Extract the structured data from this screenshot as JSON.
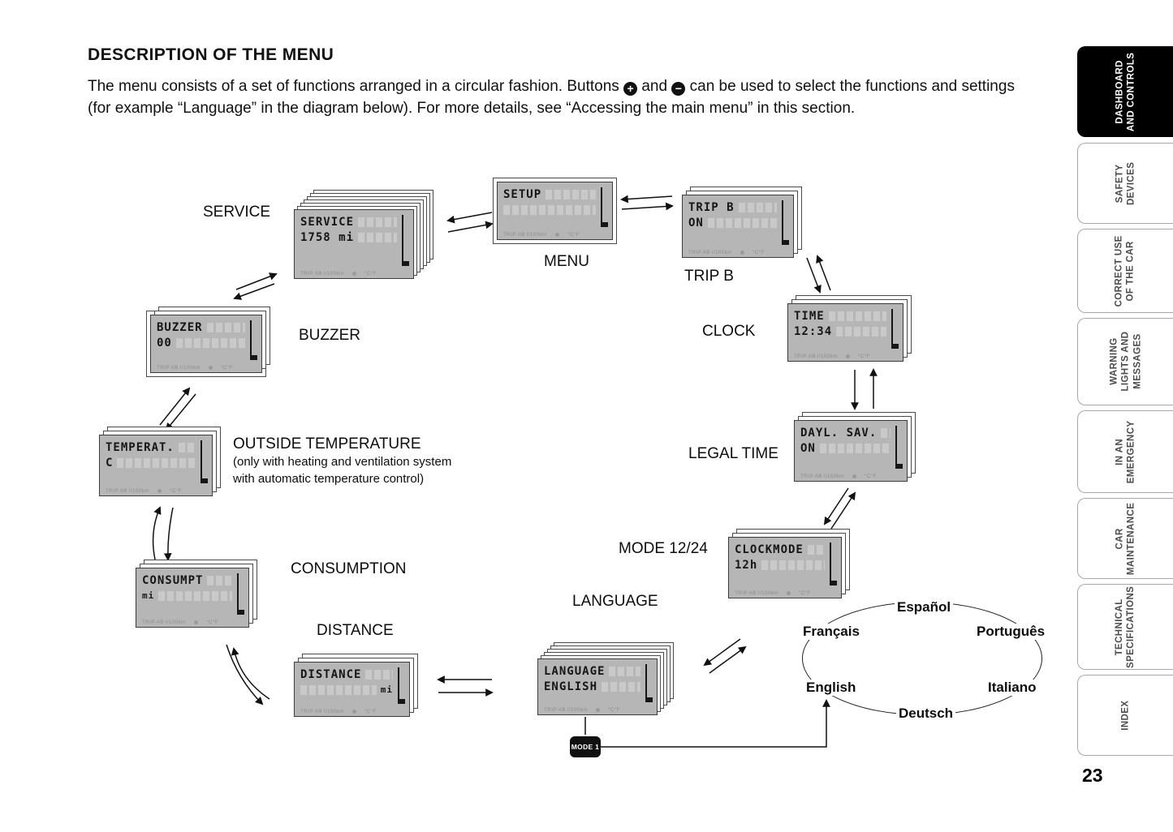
{
  "page": {
    "title": "DESCRIPTION OF THE MENU",
    "page_number": "23"
  },
  "intro": {
    "before_plus": "The menu consists of a set of functions arranged in a circular fashion. Buttons",
    "plus_glyph": "+",
    "between": "and",
    "minus_glyph": "−",
    "after_minus": "can be used to select the functions and settings (for example “Language” in the diagram below). For more details, see “Accessing the main menu” in this section."
  },
  "lcd": {
    "footer_left": "TRIP AB l/100km",
    "footer_right": "°C°F"
  },
  "displays": {
    "service": {
      "label": "SERVICE",
      "line1": "SERVICE",
      "line2": "1758 mi"
    },
    "menu": {
      "label": "MENU",
      "line1": "SETUP",
      "line2": ""
    },
    "trip_b": {
      "label": "TRIP B",
      "line1": "TRIP B",
      "line2": "ON"
    },
    "clock": {
      "label": "CLOCK",
      "line1": "TIME",
      "line2": "12:34"
    },
    "legal_time": {
      "label": "LEGAL TIME",
      "line1": "DAYL. SAV.",
      "line2": "ON"
    },
    "mode_12_24": {
      "label": "MODE 12/24",
      "line1": "CLOCKMODE",
      "line2": "12h"
    },
    "language": {
      "label": "LANGUAGE",
      "line1": "LANGUAGE",
      "line2": "ENGLISH"
    },
    "distance": {
      "label": "DISTANCE",
      "line1": "DISTANCE",
      "line2": "mi"
    },
    "consumption": {
      "label": "CONSUMPTION",
      "line1": "CONSUMPT",
      "line2": "mi"
    },
    "outside_temperature": {
      "label": "OUTSIDE TEMPERATURE",
      "note1": "(only with heating and ventilation system",
      "note2": "with automatic temperature control)",
      "line1": "TEMPERAT.",
      "line2": "C"
    },
    "buzzer": {
      "label": "BUZZER",
      "line1": "BUZZER",
      "line2": "00"
    }
  },
  "language_ring": {
    "top": "Español",
    "upper_left": "Français",
    "upper_right": "Português",
    "lower_left": "English",
    "lower_right": "Italiano",
    "bottom": "Deutsch"
  },
  "mode_button": {
    "label": "MODE 1"
  },
  "sidebar": {
    "tabs": [
      {
        "label": "DASHBOARD\nAND CONTROLS",
        "active": true
      },
      {
        "label": "SAFETY\nDEVICES",
        "active": false
      },
      {
        "label": "CORRECT USE\nOF THE CAR",
        "active": false
      },
      {
        "label": "WARNING\nLIGHTS AND\nMESSAGES",
        "active": false
      },
      {
        "label": "IN AN\nEMERGENCY",
        "active": false
      },
      {
        "label": "CAR\nMAINTENANCE",
        "active": false
      },
      {
        "label": "TECHNICAL\nSPECIFICATIONS",
        "active": false
      },
      {
        "label": "INDEX",
        "active": false
      }
    ]
  }
}
